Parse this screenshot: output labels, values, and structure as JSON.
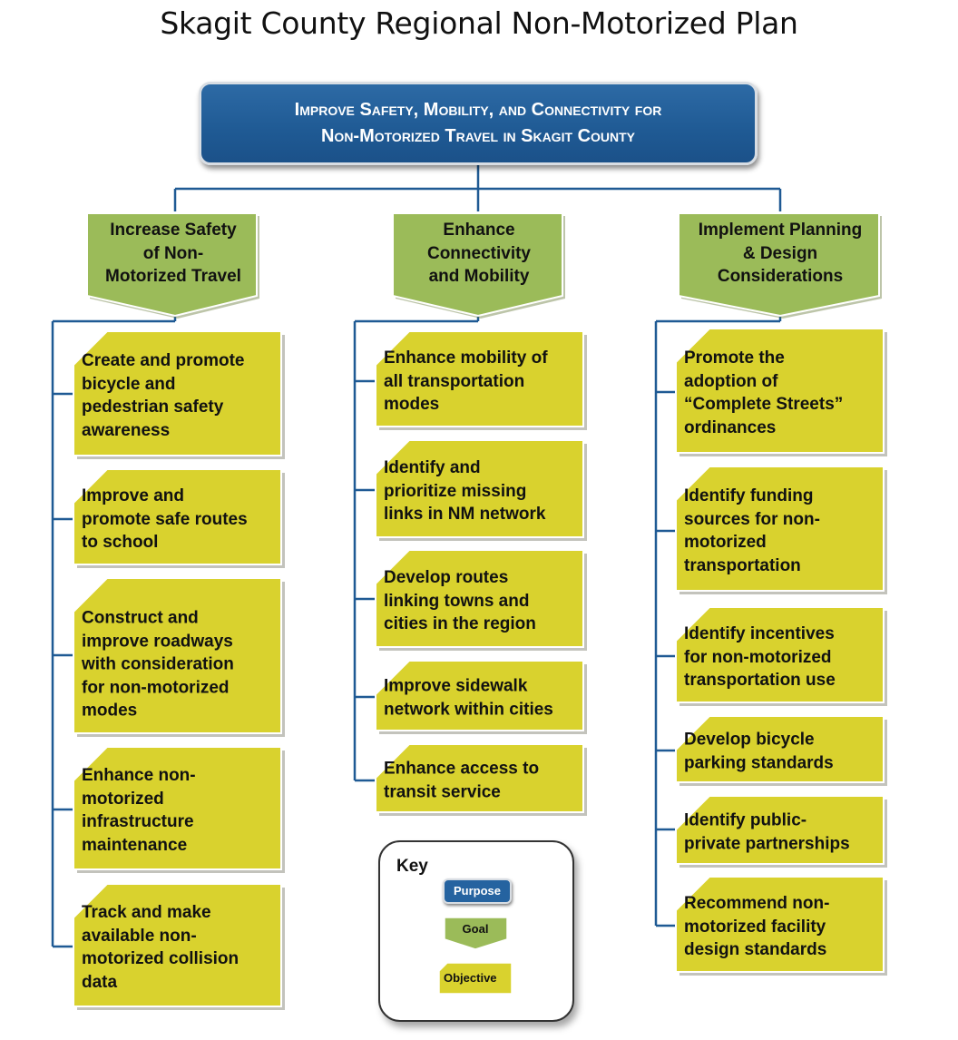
{
  "title": "Skagit County Regional Non-Motorized Plan",
  "purpose": {
    "line1": "Improve Safety, Mobility, and Connectivity for",
    "line2": "Non-Motorized Travel in Skagit County"
  },
  "columns": [
    {
      "goal": [
        "Increase Safety",
        "of Non-",
        "Motorized Travel"
      ],
      "objectives": [
        [
          "Create and promote",
          "bicycle and",
          "pedestrian safety",
          "awareness"
        ],
        [
          "Improve and",
          "promote safe routes",
          "to school"
        ],
        [
          "Construct and",
          "improve roadways",
          "with consideration",
          "for non-motorized",
          "modes"
        ],
        [
          "Enhance  non-",
          "motorized",
          "infrastructure",
          "maintenance"
        ],
        [
          "Track and make",
          "available non-",
          "motorized collision",
          "data"
        ]
      ]
    },
    {
      "goal": [
        "Enhance",
        "Connectivity",
        "and Mobility"
      ],
      "objectives": [
        [
          "Enhance mobility of",
          "all transportation",
          "modes"
        ],
        [
          "Identify and",
          "prioritize missing",
          "links in NM network"
        ],
        [
          "Develop routes",
          "linking towns and",
          "cities in the region"
        ],
        [
          "Improve sidewalk",
          "network within cities"
        ],
        [
          "Enhance access to",
          "transit service"
        ]
      ]
    },
    {
      "goal": [
        "Implement Planning",
        "& Design",
        "Considerations"
      ],
      "objectives": [
        [
          "Promote the",
          "adoption of",
          "“Complete Streets”",
          "ordinances"
        ],
        [
          "Identify funding",
          "sources for non-",
          "motorized",
          "transportation"
        ],
        [
          "Identify incentives",
          "for non-motorized",
          "transportation use"
        ],
        [
          "Develop bicycle",
          "parking standards"
        ],
        [
          "Identify public-",
          "private partnerships"
        ],
        [
          "Recommend non-",
          "motorized facility",
          "design standards"
        ]
      ]
    }
  ],
  "key": {
    "title": "Key",
    "purpose": "Purpose",
    "goal": "Goal",
    "objective": "Objective"
  },
  "colors": {
    "purpose": "#1f5a94",
    "goal": "#9bbb59",
    "objective": "#d9d22e",
    "connector": "#1f5a94"
  }
}
